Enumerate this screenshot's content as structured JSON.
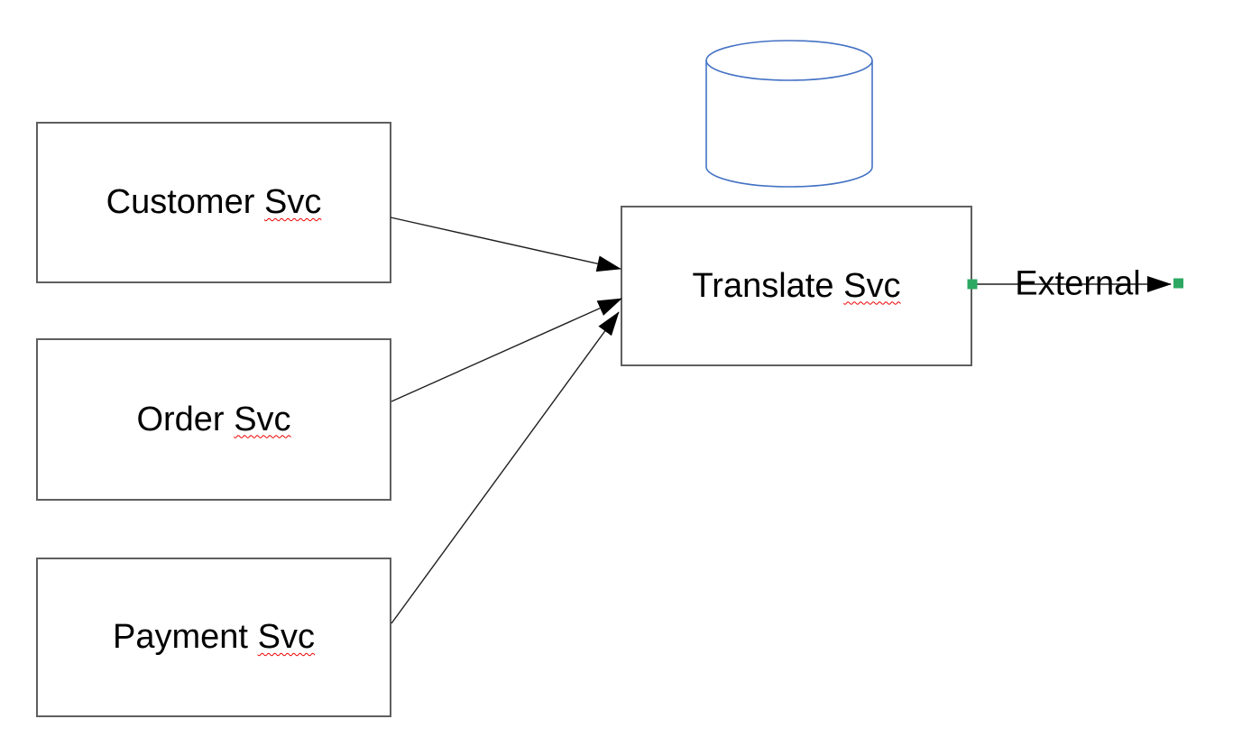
{
  "diagram": {
    "nodes": {
      "customer": {
        "word": "Customer",
        "suffix": "Svc"
      },
      "order": {
        "word": "Order",
        "suffix": "Svc"
      },
      "payment": {
        "word": "Payment",
        "suffix": "Svc"
      },
      "translate": {
        "word": "Translate",
        "suffix": "Svc"
      }
    },
    "connector": {
      "external_label": "External"
    },
    "icons": {
      "database": "database-cylinder-icon"
    },
    "colors": {
      "background": "#ffffff",
      "box_border": "#5f5f5f",
      "text": "#000000",
      "cylinder_stroke": "#4472c4",
      "connector": "#1f1f1f",
      "arrowhead": "#000000",
      "handle_green": "#2ca863",
      "spellcheck_red": "#ee0000"
    }
  }
}
